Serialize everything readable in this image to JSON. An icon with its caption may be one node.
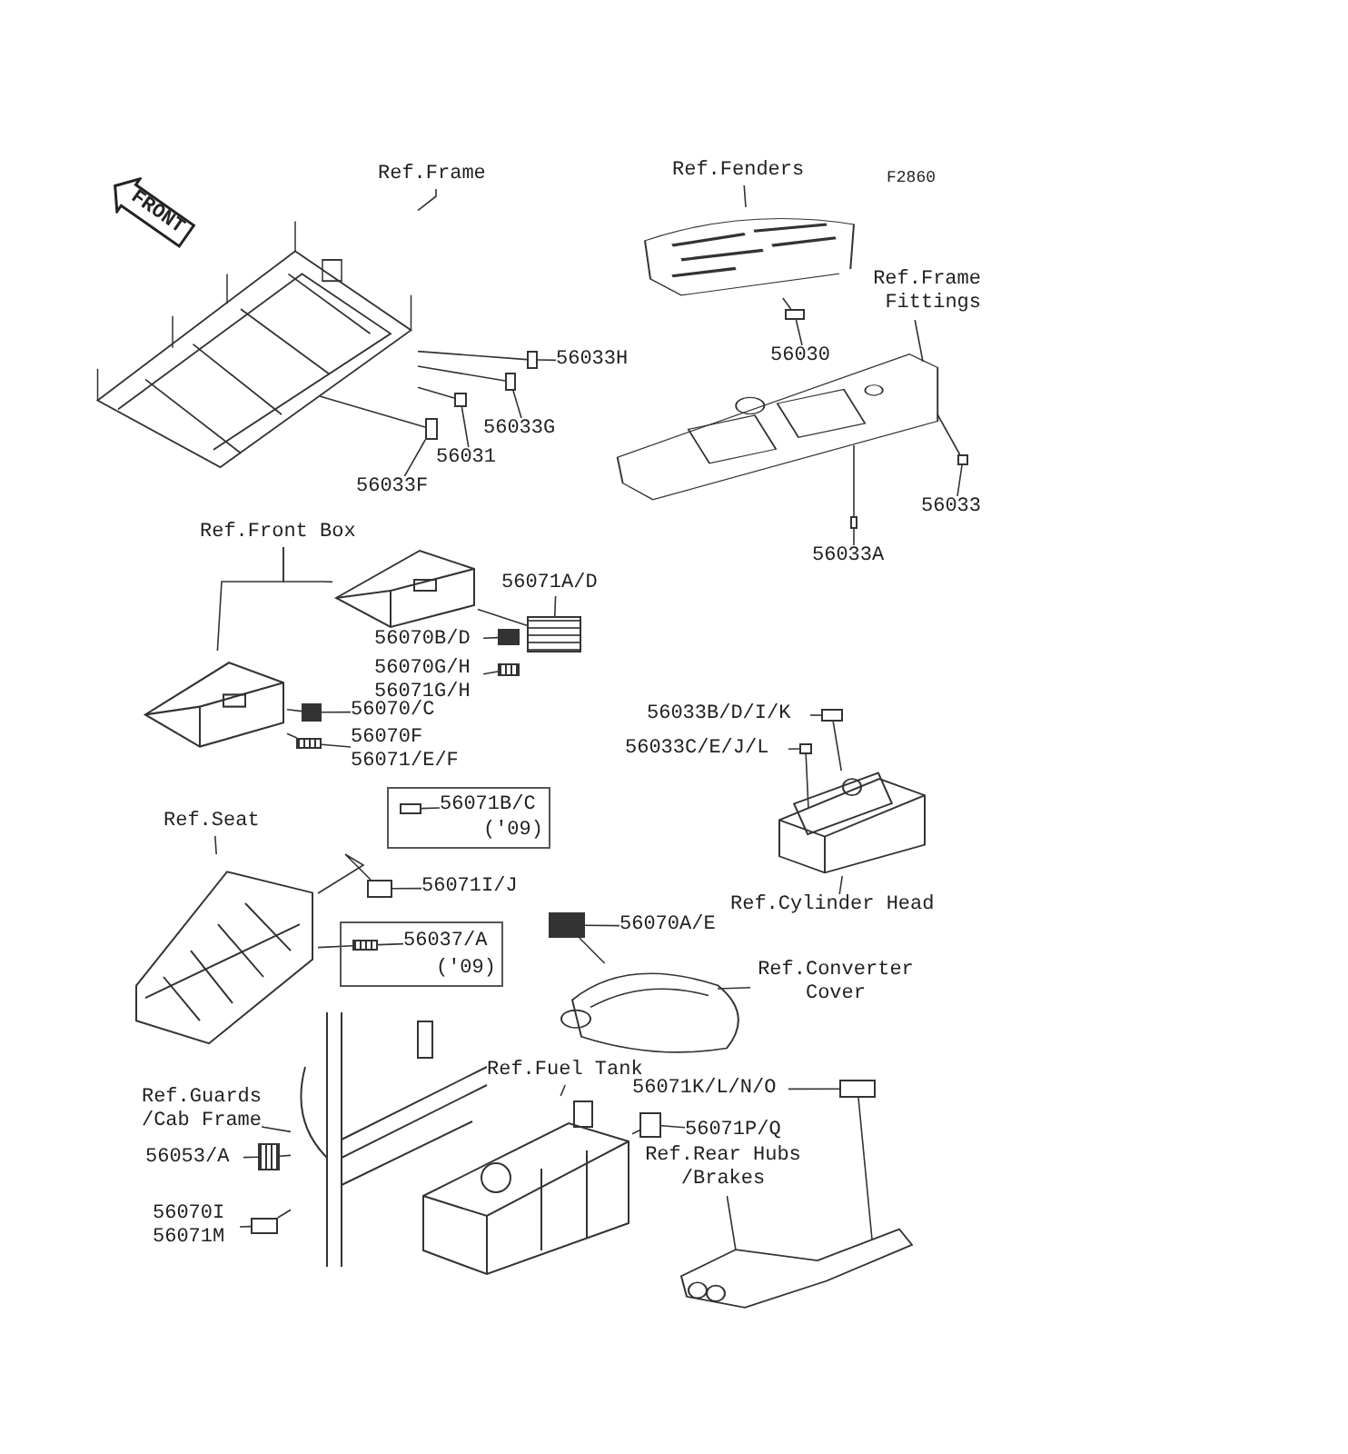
{
  "diagram": {
    "nodes": [
      {
        "text": [
          "Ref.Frame"
        ]
      },
      {
        "text": [],
        "shape": "picture"
      },
      {
        "text": [
          "FRONT"
        ]
      },
      {
        "text": [],
        "shape": "box"
      },
      {
        "text": [
          "56033H"
        ]
      },
      {
        "text": [],
        "shape": "box"
      },
      {
        "text": [
          "56033G"
        ]
      },
      {
        "text": [],
        "shape": "box"
      },
      {
        "text": [
          "56031"
        ]
      },
      {
        "text": [],
        "shape": "box"
      },
      {
        "text": [
          "56033F"
        ]
      },
      {
        "text": [
          "Ref.Fenders"
        ]
      },
      {
        "text": [],
        "shape": "picture"
      },
      {
        "text": [],
        "shape": "box"
      },
      {
        "text": [
          "56030"
        ]
      },
      {
        "text": [
          "Ref.Frame Fittings"
        ]
      },
      {
        "text": [],
        "shape": "picture"
      },
      {
        "text": [],
        "shape": "box"
      },
      {
        "text": [
          "56033"
        ]
      },
      {
        "text": [],
        "shape": "box"
      },
      {
        "text": [
          "56033A"
        ]
      },
      {
        "text": [
          "Ref.Front Box"
        ]
      },
      {
        "text": [],
        "shape": "picture"
      },
      {
        "text": [],
        "shape": "picture"
      },
      {
        "text": [],
        "shape": "box"
      },
      {
        "text": [
          "56071A/D"
        ]
      },
      {
        "text": [],
        "shape": "box"
      },
      {
        "text": [
          "56070B/D"
        ]
      },
      {
        "text": [],
        "shape": "box"
      },
      {
        "text": [
          "56070G/H",
          "56071G/H"
        ]
      },
      {
        "text": [],
        "shape": "box"
      },
      {
        "text": [
          "56070/C"
        ]
      },
      {
        "text": [],
        "shape": "box"
      },
      {
        "text": [
          "56070F",
          "56071/E/F"
        ]
      },
      {
        "text": [],
        "shape": "box"
      },
      {
        "text": [
          "56033B/D/I/K"
        ]
      },
      {
        "text": [],
        "shape": "box"
      },
      {
        "text": [
          "56033C/E/J/L"
        ]
      },
      {
        "text": [],
        "shape": "picture"
      },
      {
        "text": [
          "Ref.Cylinder Head"
        ]
      },
      {
        "text": [
          "('09)"
        ]
      },
      {
        "text": [],
        "shape": "box",
        "in": 40
      },
      {
        "text": [
          "56071B/C"
        ],
        "in": 40
      },
      {
        "text": [
          "Ref.Seat"
        ]
      },
      {
        "text": [],
        "shape": "picture"
      },
      {
        "text": [],
        "shape": "box"
      },
      {
        "text": [
          "56071I/J"
        ]
      },
      {
        "text": [
          "('09)"
        ]
      },
      {
        "text": [],
        "shape": "box",
        "in": 47
      },
      {
        "text": [
          "56037/A"
        ],
        "in": 47
      },
      {
        "text": [],
        "shape": "box"
      },
      {
        "text": [
          "56070A/E"
        ]
      },
      {
        "text": [],
        "shape": "picture"
      },
      {
        "text": [
          "Ref.Converter Cover"
        ]
      },
      {
        "text": [
          "Ref.Guards /Cab Frame"
        ]
      },
      {
        "text": [],
        "shape": "picture"
      },
      {
        "text": [],
        "shape": "box"
      },
      {
        "text": [
          "56053/A"
        ]
      },
      {
        "text": [],
        "shape": "box"
      },
      {
        "text": [
          "56070I",
          "56071M"
        ]
      },
      {
        "text": [
          "Ref.Fuel Tank"
        ]
      },
      {
        "text": [],
        "shape": "picture"
      },
      {
        "text": [],
        "shape": "box"
      },
      {
        "text": [
          "56071P/Q"
        ]
      },
      {
        "text": [
          "Ref.Rear Hubs /Brakes"
        ]
      },
      {
        "text": [],
        "shape": "picture"
      },
      {
        "text": [],
        "shape": "box"
      },
      {
        "text": [
          "56071K/L/N/O"
        ]
      }
    ],
    "edges": [
      {
        "from": 0,
        "to": 1,
        "arrow": "none"
      },
      {
        "from": 4,
        "to": 3,
        "arrow": "none"
      },
      {
        "from": 3,
        "to": 1,
        "arrow": "none"
      },
      {
        "from": 6,
        "to": 5,
        "arrow": "none"
      },
      {
        "from": 5,
        "to": 1,
        "arrow": "none"
      },
      {
        "from": 8,
        "to": 7,
        "arrow": "none"
      },
      {
        "from": 7,
        "to": 1,
        "arrow": "none"
      },
      {
        "from": 10,
        "to": 9,
        "arrow": "none"
      },
      {
        "from": 9,
        "to": 1,
        "arrow": "none"
      },
      {
        "from": 11,
        "to": 12,
        "arrow": "none"
      },
      {
        "from": 14,
        "to": 13,
        "arrow": "none"
      },
      {
        "from": 13,
        "to": 12,
        "arrow": "none"
      },
      {
        "from": 15,
        "to": 16,
        "arrow": "none"
      },
      {
        "from": 18,
        "to": 17,
        "arrow": "none"
      },
      {
        "from": 17,
        "to": 16,
        "arrow": "none"
      },
      {
        "from": 20,
        "to": 19,
        "arrow": "none"
      },
      {
        "from": 19,
        "to": 16,
        "arrow": "none"
      },
      {
        "from": 21,
        "to": 22,
        "arrow": "none"
      },
      {
        "from": 21,
        "to": 23,
        "arrow": "none"
      },
      {
        "from": 25,
        "to": 24,
        "arrow": "none"
      },
      {
        "from": 24,
        "to": 22,
        "arrow": "none"
      },
      {
        "from": 27,
        "to": 26,
        "arrow": "none"
      },
      {
        "from": 29,
        "to": 28,
        "arrow": "none"
      },
      {
        "from": 31,
        "to": 30,
        "arrow": "none"
      },
      {
        "from": 30,
        "to": 23,
        "arrow": "none"
      },
      {
        "from": 33,
        "to": 32,
        "arrow": "none"
      },
      {
        "from": 32,
        "to": 23,
        "arrow": "none"
      },
      {
        "from": 35,
        "to": 34,
        "arrow": "none"
      },
      {
        "from": 34,
        "to": 38,
        "arrow": "none"
      },
      {
        "from": 37,
        "to": 36,
        "arrow": "none"
      },
      {
        "from": 36,
        "to": 38,
        "arrow": "none"
      },
      {
        "from": 39,
        "to": 38,
        "arrow": "none"
      },
      {
        "from": 42,
        "to": 41,
        "arrow": "none"
      },
      {
        "from": 43,
        "to": 44,
        "arrow": "none"
      },
      {
        "from": 46,
        "to": 45,
        "arrow": "none"
      },
      {
        "from": 45,
        "to": 44,
        "arrow": "none"
      },
      {
        "from": 49,
        "to": 48,
        "arrow": "none"
      },
      {
        "from": 48,
        "to": 44,
        "arrow": "none"
      },
      {
        "from": 51,
        "to": 50,
        "arrow": "none"
      },
      {
        "from": 50,
        "to": 52,
        "arrow": "none"
      },
      {
        "from": 53,
        "to": 52,
        "arrow": "none"
      },
      {
        "from": 54,
        "to": 55,
        "arrow": "none"
      },
      {
        "from": 57,
        "to": 56,
        "arrow": "none"
      },
      {
        "from": 56,
        "to": 55,
        "arrow": "none"
      },
      {
        "from": 59,
        "to": 58,
        "arrow": "none"
      },
      {
        "from": 58,
        "to": 55,
        "arrow": "none"
      },
      {
        "from": 60,
        "to": 61,
        "arrow": "none"
      },
      {
        "from": 63,
        "to": 62,
        "arrow": "none"
      },
      {
        "from": 62,
        "to": 61,
        "arrow": "none"
      },
      {
        "from": 64,
        "to": 65,
        "arrow": "none"
      },
      {
        "from": 67,
        "to": 66,
        "arrow": "none"
      },
      {
        "from": 66,
        "to": 65,
        "arrow": "none"
      }
    ],
    "labels": [
      "F2860"
    ]
  }
}
